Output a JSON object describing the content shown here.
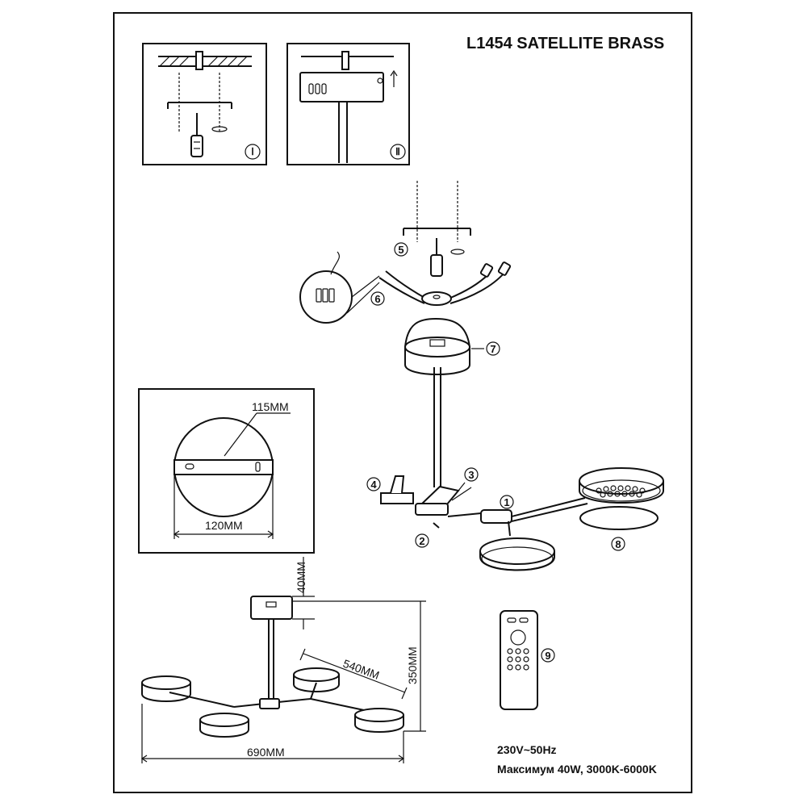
{
  "title": "L1454 SATELLITE BRASS",
  "steps": [
    "Ⅰ",
    "Ⅱ"
  ],
  "callouts": [
    "1",
    "2",
    "3",
    "4",
    "5",
    "6",
    "7",
    "8",
    "9"
  ],
  "dimensions": {
    "canopy_diameter": "115MM",
    "plate_width": "120MM",
    "canopy_height": "40MM",
    "arm_length": "540MM",
    "total_height": "350MM",
    "total_width": "690MM"
  },
  "specs": {
    "voltage": "230V~50Hz",
    "power": "Максимум 40W, 3000K-6000K"
  }
}
